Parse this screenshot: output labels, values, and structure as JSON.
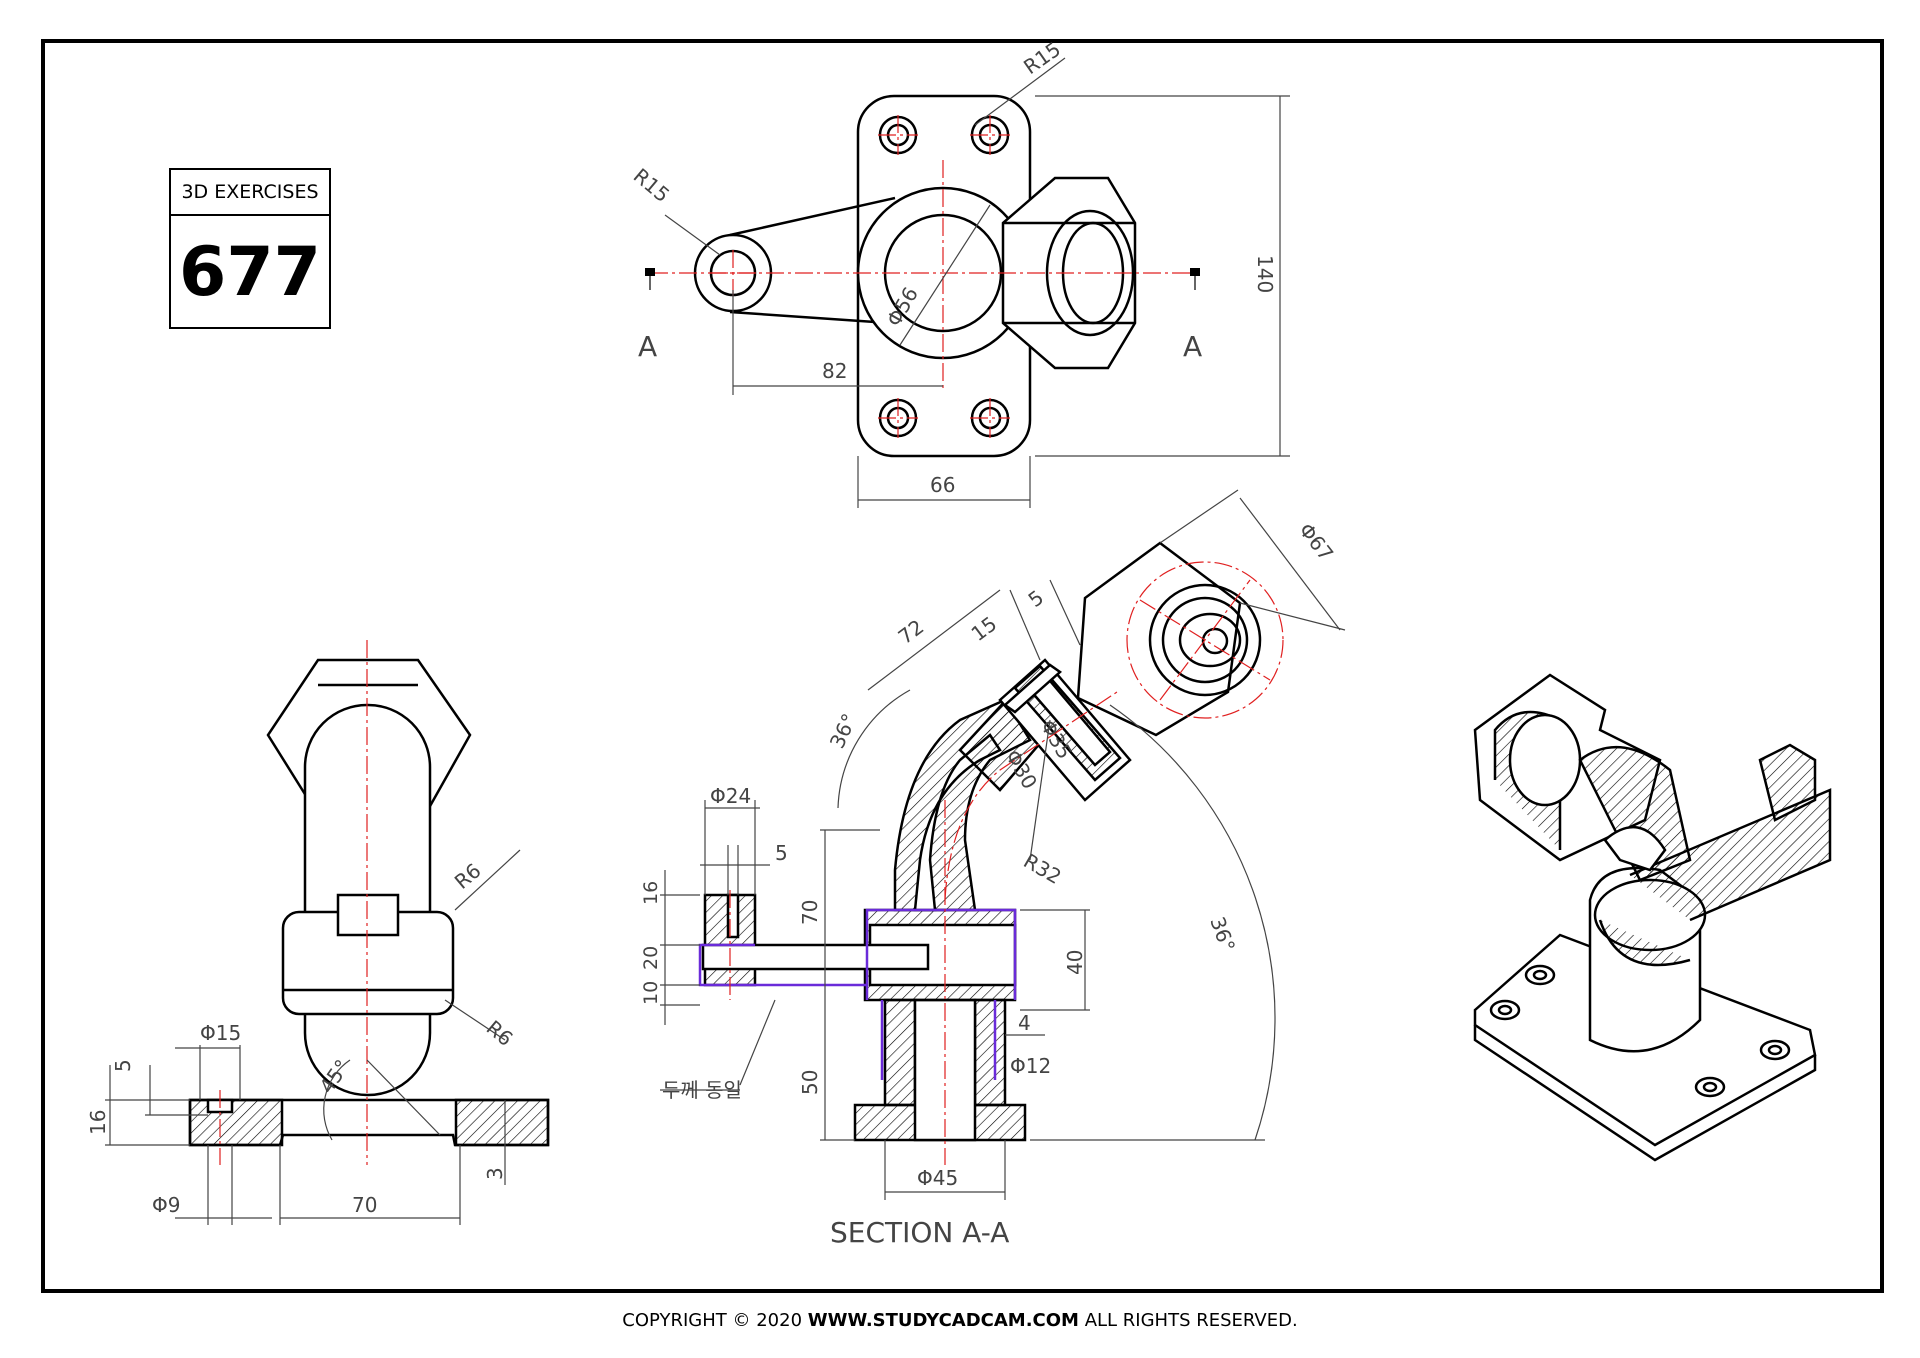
{
  "title_block": {
    "label": "3D EXERCISES",
    "number": "677"
  },
  "footer": {
    "prefix": "COPYRIGHT © 2020 ",
    "site": "WWW.STUDYCADCAM.COM",
    "suffix": " ALL RIGHTS RESERVED."
  },
  "section_title": "SECTION A-A",
  "section_marks": {
    "left": "A",
    "right": "A"
  },
  "korean_note": "두께 동일",
  "dimensions": {
    "top_r15_left": "R15",
    "top_r15_right": "R15",
    "top_d56": "Φ56",
    "top_82": "82",
    "top_66": "66",
    "top_140": "140",
    "hex_d67": "Φ67",
    "sec_72": "72",
    "sec_15": "15",
    "sec_5_top": "5",
    "sec_36_left": "36°",
    "sec_d35": "Φ35",
    "sec_d30": "Φ30",
    "sec_r32": "R32",
    "sec_36_right": "36°",
    "sec_d24": "Φ24",
    "sec_5_left": "5",
    "sec_16": "16",
    "sec_20": "20",
    "sec_10": "10",
    "sec_70": "70",
    "sec_40": "40",
    "sec_4": "4",
    "sec_d12": "Φ12",
    "sec_50": "50",
    "sec_d45": "Φ45",
    "front_r6_top": "R6",
    "front_r6_bottom": "R6",
    "front_d15": "Φ15",
    "front_5": "5",
    "front_16": "16",
    "front_45": "45°",
    "front_d9": "Φ9",
    "front_70": "70",
    "front_3": "3"
  },
  "colors": {
    "center_line": "#e02020",
    "thickness_outline": "#6a2bd9",
    "line": "#000000",
    "dimension": "#444444"
  }
}
